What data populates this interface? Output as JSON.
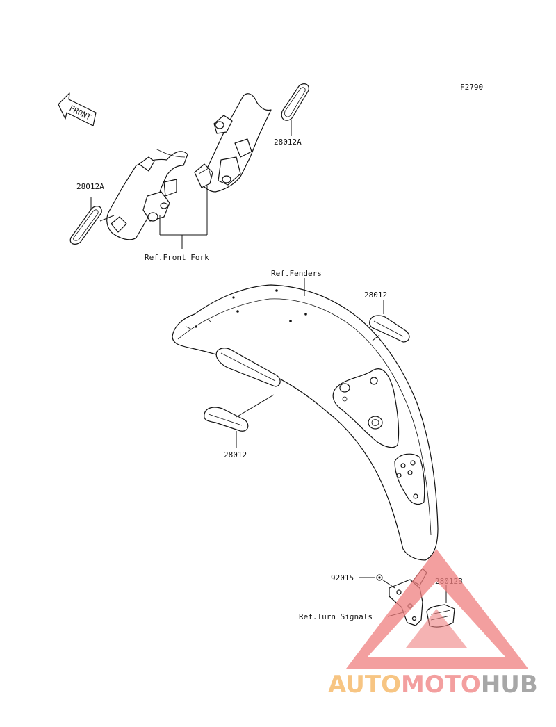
{
  "diagram_code": "F2790",
  "front_arrow_text": "FRONT",
  "callouts": {
    "reflector_fork_right": "28012A",
    "reflector_fork_left": "28012A",
    "front_fork_ref": "Ref.Front Fork",
    "fenders_ref": "Ref.Fenders",
    "reflector_fender_upper": "28012",
    "reflector_fender_lower": "28012",
    "nut": "92015",
    "reflector_rear": "28012B",
    "turn_signals_ref": "Ref.Turn Signals"
  },
  "watermark": {
    "part1": "AUTO",
    "part2": "MOTO",
    "part3": "HUB",
    "color1": "#f5b25a",
    "color2": "#ef7f7f",
    "color3": "#8a8a8a"
  }
}
